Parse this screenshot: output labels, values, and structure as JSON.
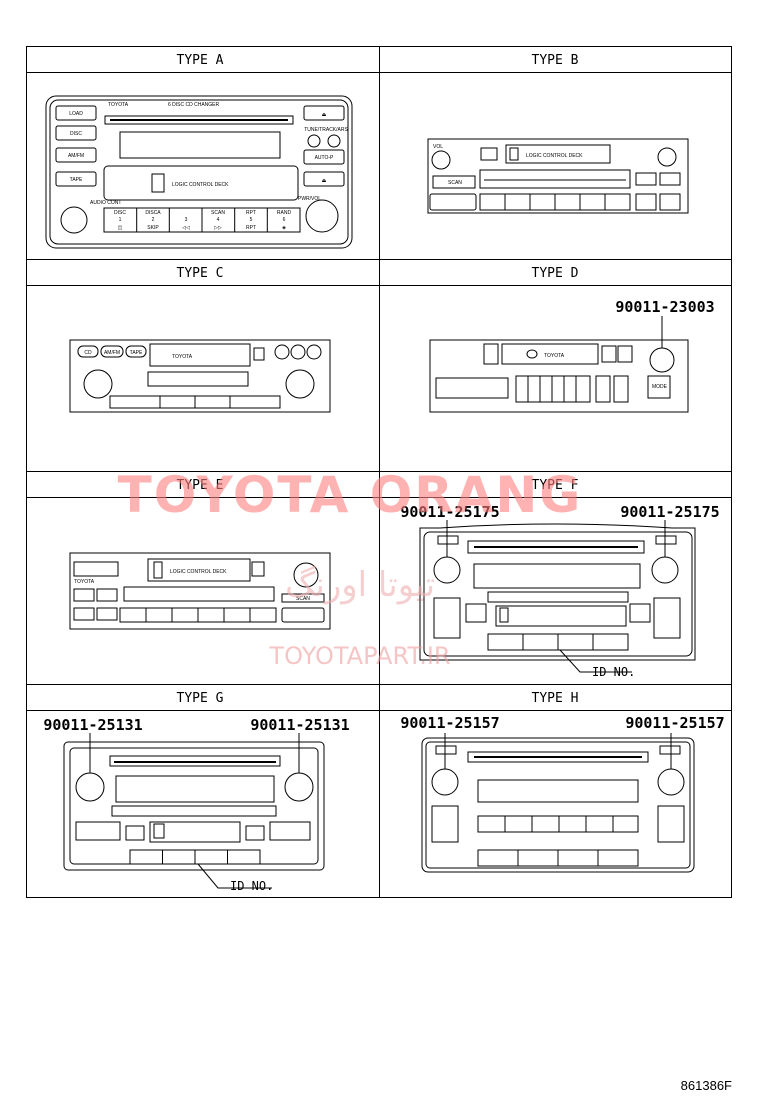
{
  "types": {
    "a": "TYPE A",
    "b": "TYPE B",
    "c": "TYPE C",
    "d": "TYPE D",
    "e": "TYPE E",
    "f": "TYPE F",
    "g": "TYPE G",
    "h": "TYPE H"
  },
  "part_numbers": {
    "d_right": "90011-23003",
    "f_left": "90011-25175",
    "f_right": "90011-25175",
    "g_left": "90011-25131",
    "g_right": "90011-25131",
    "h_left": "90011-25157",
    "h_right": "90011-25157"
  },
  "id_label": "ID NO.",
  "drawing_number": "861386F",
  "watermark": {
    "main": "TOYOTA ORANG",
    "arabic": "تیوتا اورنگ",
    "url": "TOYOTAPART.IR"
  },
  "type_a": {
    "brand": "TOYOTA",
    "changer": "6 DISC CD CHANGER",
    "buttons": [
      "LOAD",
      "DISC",
      "AM/FM",
      "TAPE"
    ],
    "logic": "LOGIC CONTROL DECK",
    "tune": "TUNE/TRACK/ARS",
    "auto_p": "AUTO-P",
    "audio_ctrl": "AUDIO CONT",
    "pwr_vol": "PWR/VOL",
    "presets": [
      {
        "top": "DISC",
        "num": "1",
        "sym": "◫"
      },
      {
        "top": "DISCA",
        "num": "2",
        "sym": "SKIP"
      },
      {
        "top": "",
        "num": "3",
        "sym": "◁◁"
      },
      {
        "top": "SCAN",
        "num": "4",
        "sym": "▷▷"
      },
      {
        "top": "RPT",
        "num": "5",
        "sym": "RPT"
      },
      {
        "top": "RAND",
        "num": "6",
        "sym": "◈"
      }
    ]
  },
  "type_b": {
    "logic": "LOGIC CONTROL DECK",
    "vol": "VOL",
    "scan": "SCAN"
  },
  "type_c": {
    "brand": "TOYOTA",
    "cd": "CD",
    "am": "AM/FM",
    "tape": "TAPE"
  },
  "type_d": {
    "brand": "TOYOTA",
    "mode": "MODE"
  },
  "type_e": {
    "brand": "TOYOTA",
    "logic": "LOGIC CONTROL DECK",
    "scan": "SCAN"
  }
}
